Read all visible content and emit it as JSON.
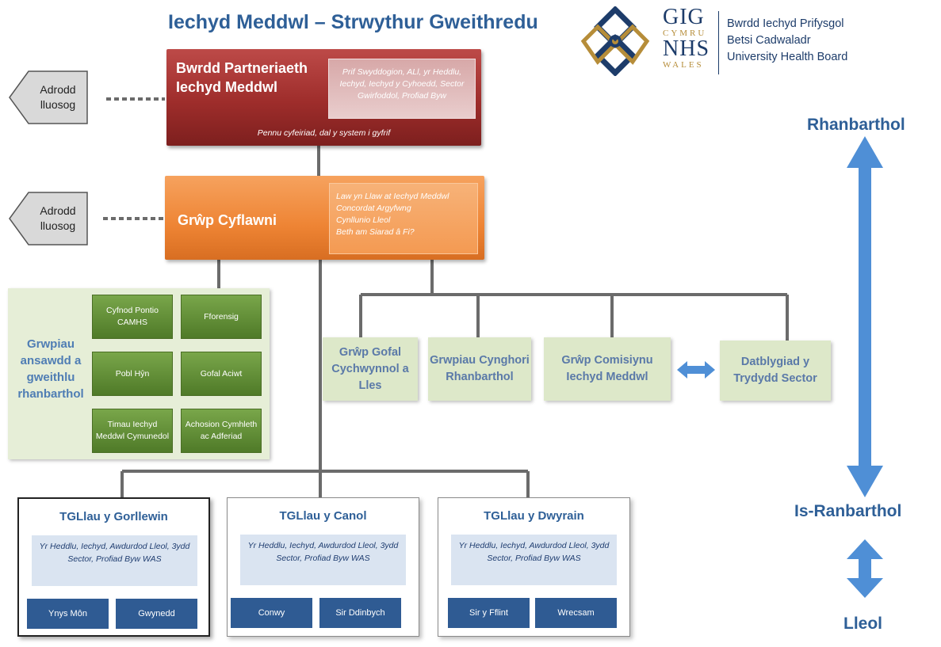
{
  "title": "Iechyd Meddwl – Strwythur Gweithredu",
  "logo": {
    "gig": "GIG",
    "cymru": "CYMRU",
    "nhs": "NHS",
    "wales": "WALES",
    "board_lines": [
      "Bwrdd Iechyd Prifysgol",
      "Betsi Cadwaladr",
      "University Health Board"
    ]
  },
  "report_boxes": [
    {
      "label": "Adrodd lluosog"
    },
    {
      "label": "Adrodd lluosog"
    }
  ],
  "partnership_board": {
    "title": "Bwrdd Partneriaeth Iechyd Meddwl",
    "members": "Prif Swyddogion, ALl, yr Heddlu, Iechyd, Iechyd y Cyhoedd, Sector Gwirfoddol, Profiad Byw",
    "footer": "Pennu cyfeiriad, dal y system i gyfrif"
  },
  "delivery_group": {
    "title": "Grŵp Cyflawni",
    "items": [
      "Law yn Llaw at Iechyd Meddwl",
      "Concordat Argyfwng",
      "Cynllunio Lleol",
      "Beth am Siarad â Fi?"
    ]
  },
  "quality_groups": {
    "title": "Grwpiau ansawdd a gweithlu rhanbarthol",
    "boxes": [
      "Cyfnod Pontio CAMHS",
      "Fforensig",
      "Pobl Hŷn",
      "Gofal Aciwt",
      "Timau Iechyd Meddwl Cymunedol",
      "Achosion Cymhleth ac Adferiad"
    ]
  },
  "groups": [
    {
      "label": "Grŵp Gofal Cychwynnol a Lles"
    },
    {
      "label": "Grwpiau Cynghori Rhanbarthol"
    },
    {
      "label": "Grŵp Comisiynu Iechyd Meddwl"
    },
    {
      "label": "Datblygiad y Trydydd Sector"
    }
  ],
  "tgs": [
    {
      "title": "TGLlau y Gorllewin",
      "members": "Yr Heddlu, Iechyd, Awdurdod Lleol, 3ydd Sector, Profiad Byw WAS",
      "areas": [
        "Ynys Môn",
        "Gwynedd"
      ]
    },
    {
      "title": "TGLlau y Canol",
      "members": "Yr Heddlu, Iechyd, Awdurdod Lleol, 3ydd Sector, Profiad Byw WAS",
      "areas": [
        "Conwy",
        "Sir Ddinbych"
      ]
    },
    {
      "title": "TGLlau y Dwyrain",
      "members": "Yr Heddlu, Iechyd, Awdurdod Lleol, 3ydd Sector, Profiad Byw WAS",
      "areas": [
        "Sir y Fflint",
        "Wrecsam"
      ]
    }
  ],
  "levels": {
    "regional": "Rhanbarthol",
    "subregional": "Is-Ranbarthol",
    "local": "Lleol"
  },
  "colors": {
    "title_blue": "#2e5f97",
    "board_red": "#9e2d2b",
    "delivery_orange": "#ee8434",
    "green_box": "#5a8a30",
    "light_green": "#dde8c9",
    "navy_cell": "#2f5b93",
    "arrow_blue": "#4f8fd6",
    "connector_grey": "#6b6b6b"
  }
}
